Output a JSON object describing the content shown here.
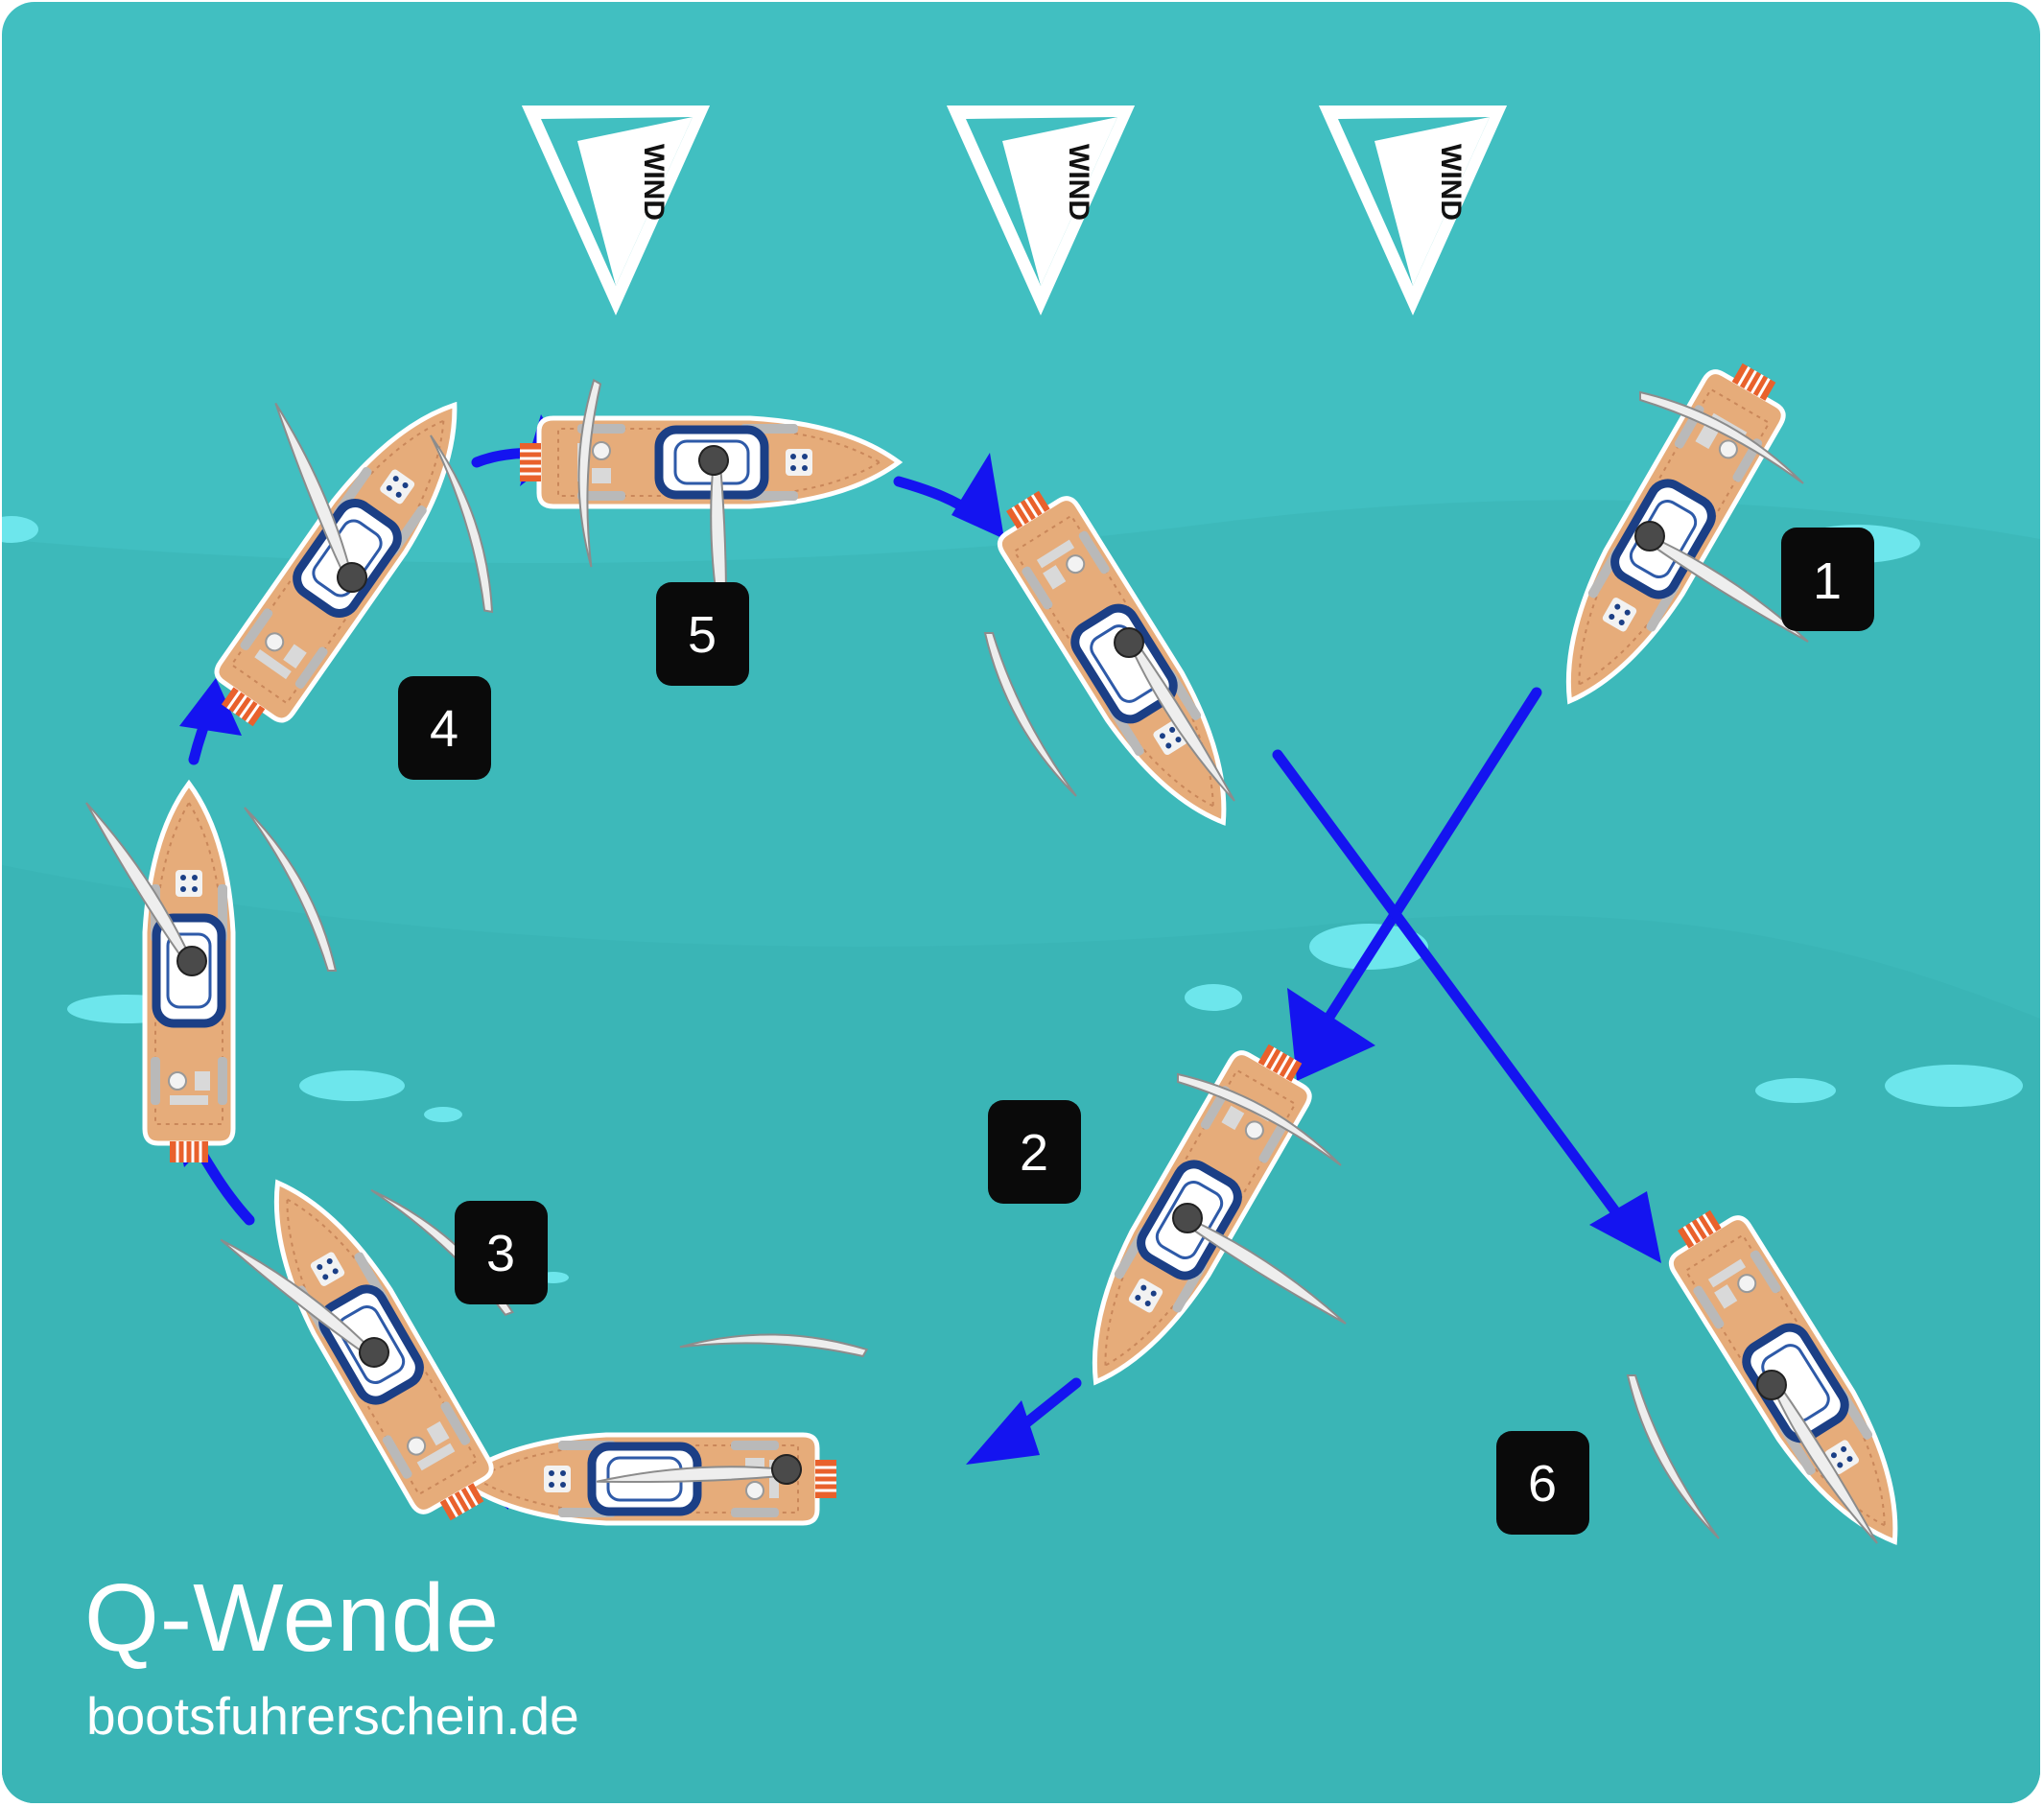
{
  "title": "Q-Wende",
  "subtitle": "bootsfuhrerschein.de",
  "wind_label": "WIND",
  "wind_flags": [
    "WIND",
    "WIND",
    "WIND"
  ],
  "positions": [
    "1",
    "2",
    "3",
    "4",
    "5",
    "6"
  ],
  "colors": {
    "water": "#41bfc1",
    "wave": "#6de6ec",
    "arrow": "#1414f0",
    "hull": "#e2a978",
    "badge": "#0a0a0a"
  }
}
